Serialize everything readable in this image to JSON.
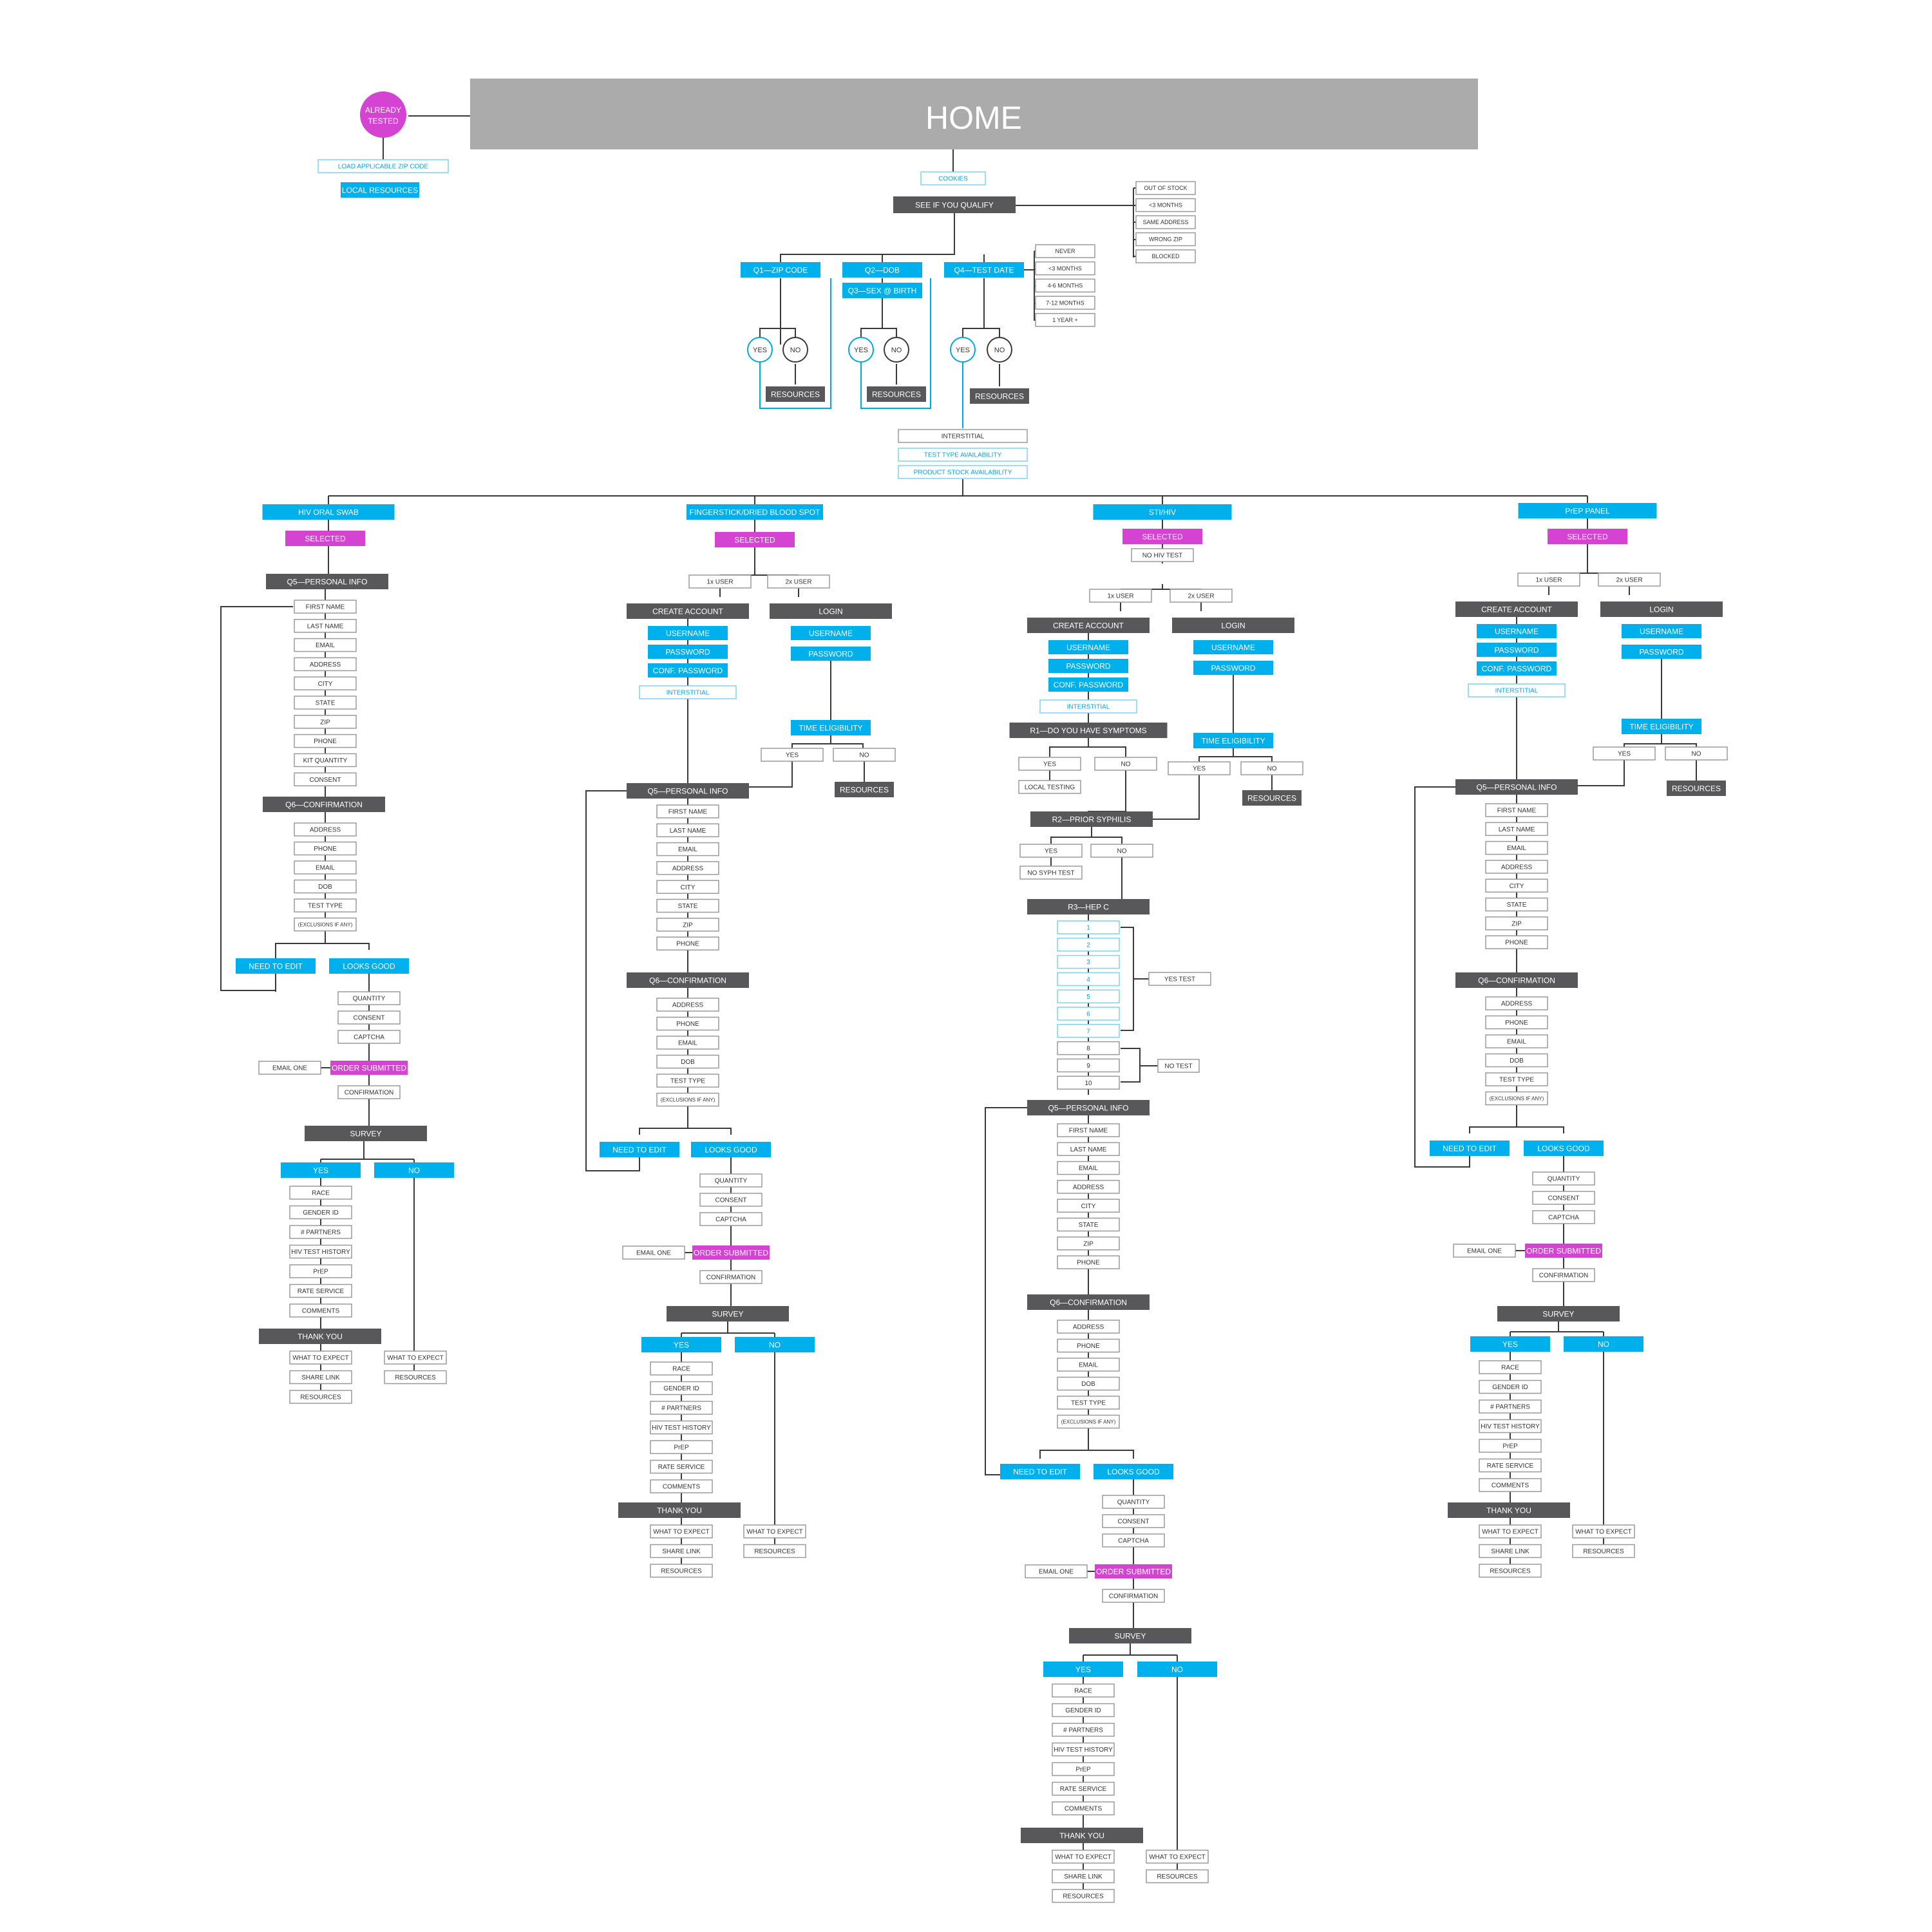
{
  "colors": {
    "header": "#ababab",
    "dark": "#58585a",
    "cyan": "#00b0ec",
    "magenta": "#d543d2",
    "outline_gray": "#9a9a9a",
    "outline_cyan": "#7fd3f2",
    "line": "#3a3a3a",
    "line_cyan": "#00a8e0"
  },
  "header": {
    "title": "HOME"
  },
  "already_tested": {
    "label": "ALREADY TESTED",
    "load_zip": "LOAD APPLICABLE ZIP CODE",
    "local_resources": "LOCAL RESOURCES"
  },
  "top": {
    "cookies": "COOKIES",
    "qualify": "SEE IF YOU QUALIFY",
    "blockers": [
      "OUT OF STOCK",
      "<3 MONTHS",
      "SAME ADDRESS",
      "WRONG ZIP",
      "BLOCKED"
    ],
    "q1": "Q1—ZIP CODE",
    "q2": "Q2—DOB",
    "q3": "Q3—SEX @ BIRTH",
    "q4": "Q4—TEST DATE",
    "test_dates": [
      "NEVER",
      "<3 MONTHS",
      "4-6 MONTHS",
      "7-12 MONTHS",
      "1 YEAR +"
    ],
    "yes": "YES",
    "no": "NO",
    "resources": "RESOURCES",
    "interstitial": "INTERSTITIAL",
    "test_type": "TEST TYPE AVAILABILITY",
    "stock": "PRODUCT STOCK AVAILABILITY"
  },
  "common": {
    "selected": "SELECTED",
    "q5": "Q5—PERSONAL INFO",
    "q6": "Q6—CONFIRMATION",
    "personal_fields": [
      "FIRST NAME",
      "LAST NAME",
      "EMAIL",
      "ADDRESS",
      "CITY",
      "STATE",
      "ZIP",
      "PHONE"
    ],
    "extra_fields": [
      "KIT QUANTITY",
      "CONSENT"
    ],
    "confirm_fields": [
      "ADDRESS",
      "PHONE",
      "EMAIL",
      "DOB",
      "TEST TYPE",
      "(EXCLUSIONS IF ANY)"
    ],
    "need_edit": "NEED TO EDIT",
    "looks_good": "LOOKS  GOOD",
    "order_fields": [
      "QUANTITY",
      "CONSENT",
      "CAPTCHA"
    ],
    "email_one": "EMAIL ONE",
    "order_submitted": "ORDER SUBMITTED",
    "confirmation": "CONFIRMATION",
    "survey": "SURVEY",
    "yes": "YES",
    "no": "NO",
    "survey_fields": [
      "RACE",
      "GENDER ID",
      "# PARTNERS",
      "HIV TEST HISTORY",
      "PrEP",
      "RATE SERVICE",
      "COMMENTS"
    ],
    "thank_you": "THANK YOU",
    "thank_fields": [
      "WHAT TO EXPECT",
      "SHARE LINK",
      "RESOURCES"
    ],
    "no_fields": [
      "WHAT TO EXPECT",
      "RESOURCES"
    ],
    "user1": "1x USER",
    "user2": "2x USER",
    "create_account": "CREATE ACCOUNT",
    "login": "LOGIN",
    "username": "USERNAME",
    "password": "PASSWORD",
    "conf_password": "CONF. PASSWORD",
    "interstitial": "INTERSTITIAL",
    "time_eligibility": "TIME ELIGIBILITY",
    "resources": "RESOURCES"
  },
  "columns": {
    "hiv": {
      "title": "HIV ORAL SWAB"
    },
    "finger": {
      "title": "FINGERSTICK/DRIED BLOOD SPOT"
    },
    "sti": {
      "title": "STI/HIV",
      "no_hiv": "NO HIV TEST"
    },
    "prep": {
      "title": "PrEP PANEL"
    }
  },
  "sti": {
    "r1": "R1—DO YOU HAVE SYMPTOMS",
    "local_testing": "LOCAL TESTING",
    "r2": "R2—PRIOR SYPHILIS",
    "no_syph": "NO SYPH TEST",
    "r3": "R3—HEP C",
    "scale": [
      "1",
      "2",
      "3",
      "4",
      "5",
      "6",
      "7",
      "8",
      "9",
      "10"
    ],
    "yes_test": "YES TEST",
    "no_test": "NO TEST"
  }
}
